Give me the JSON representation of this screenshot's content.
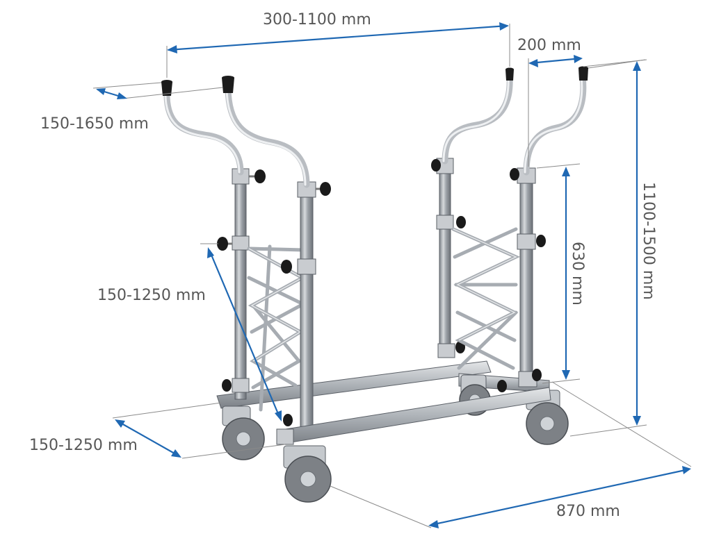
{
  "dimensions": {
    "top_span": "300-1100 mm",
    "arm_offset": "200 mm",
    "arm_tilt": "150-1650 mm",
    "scissor_span": "150-1250 mm",
    "base_width": "150-1250 mm",
    "height_range": "1100-1500 mm",
    "post_height": "630 mm",
    "base_length": "870 mm"
  },
  "colors": {
    "dimension_line": "#1f68b3",
    "dimension_text": "#575757",
    "frame_metal": "#b9bdc2",
    "knobs_caps": "#1a1a1a",
    "wheel_tyre": "#7d8186"
  }
}
